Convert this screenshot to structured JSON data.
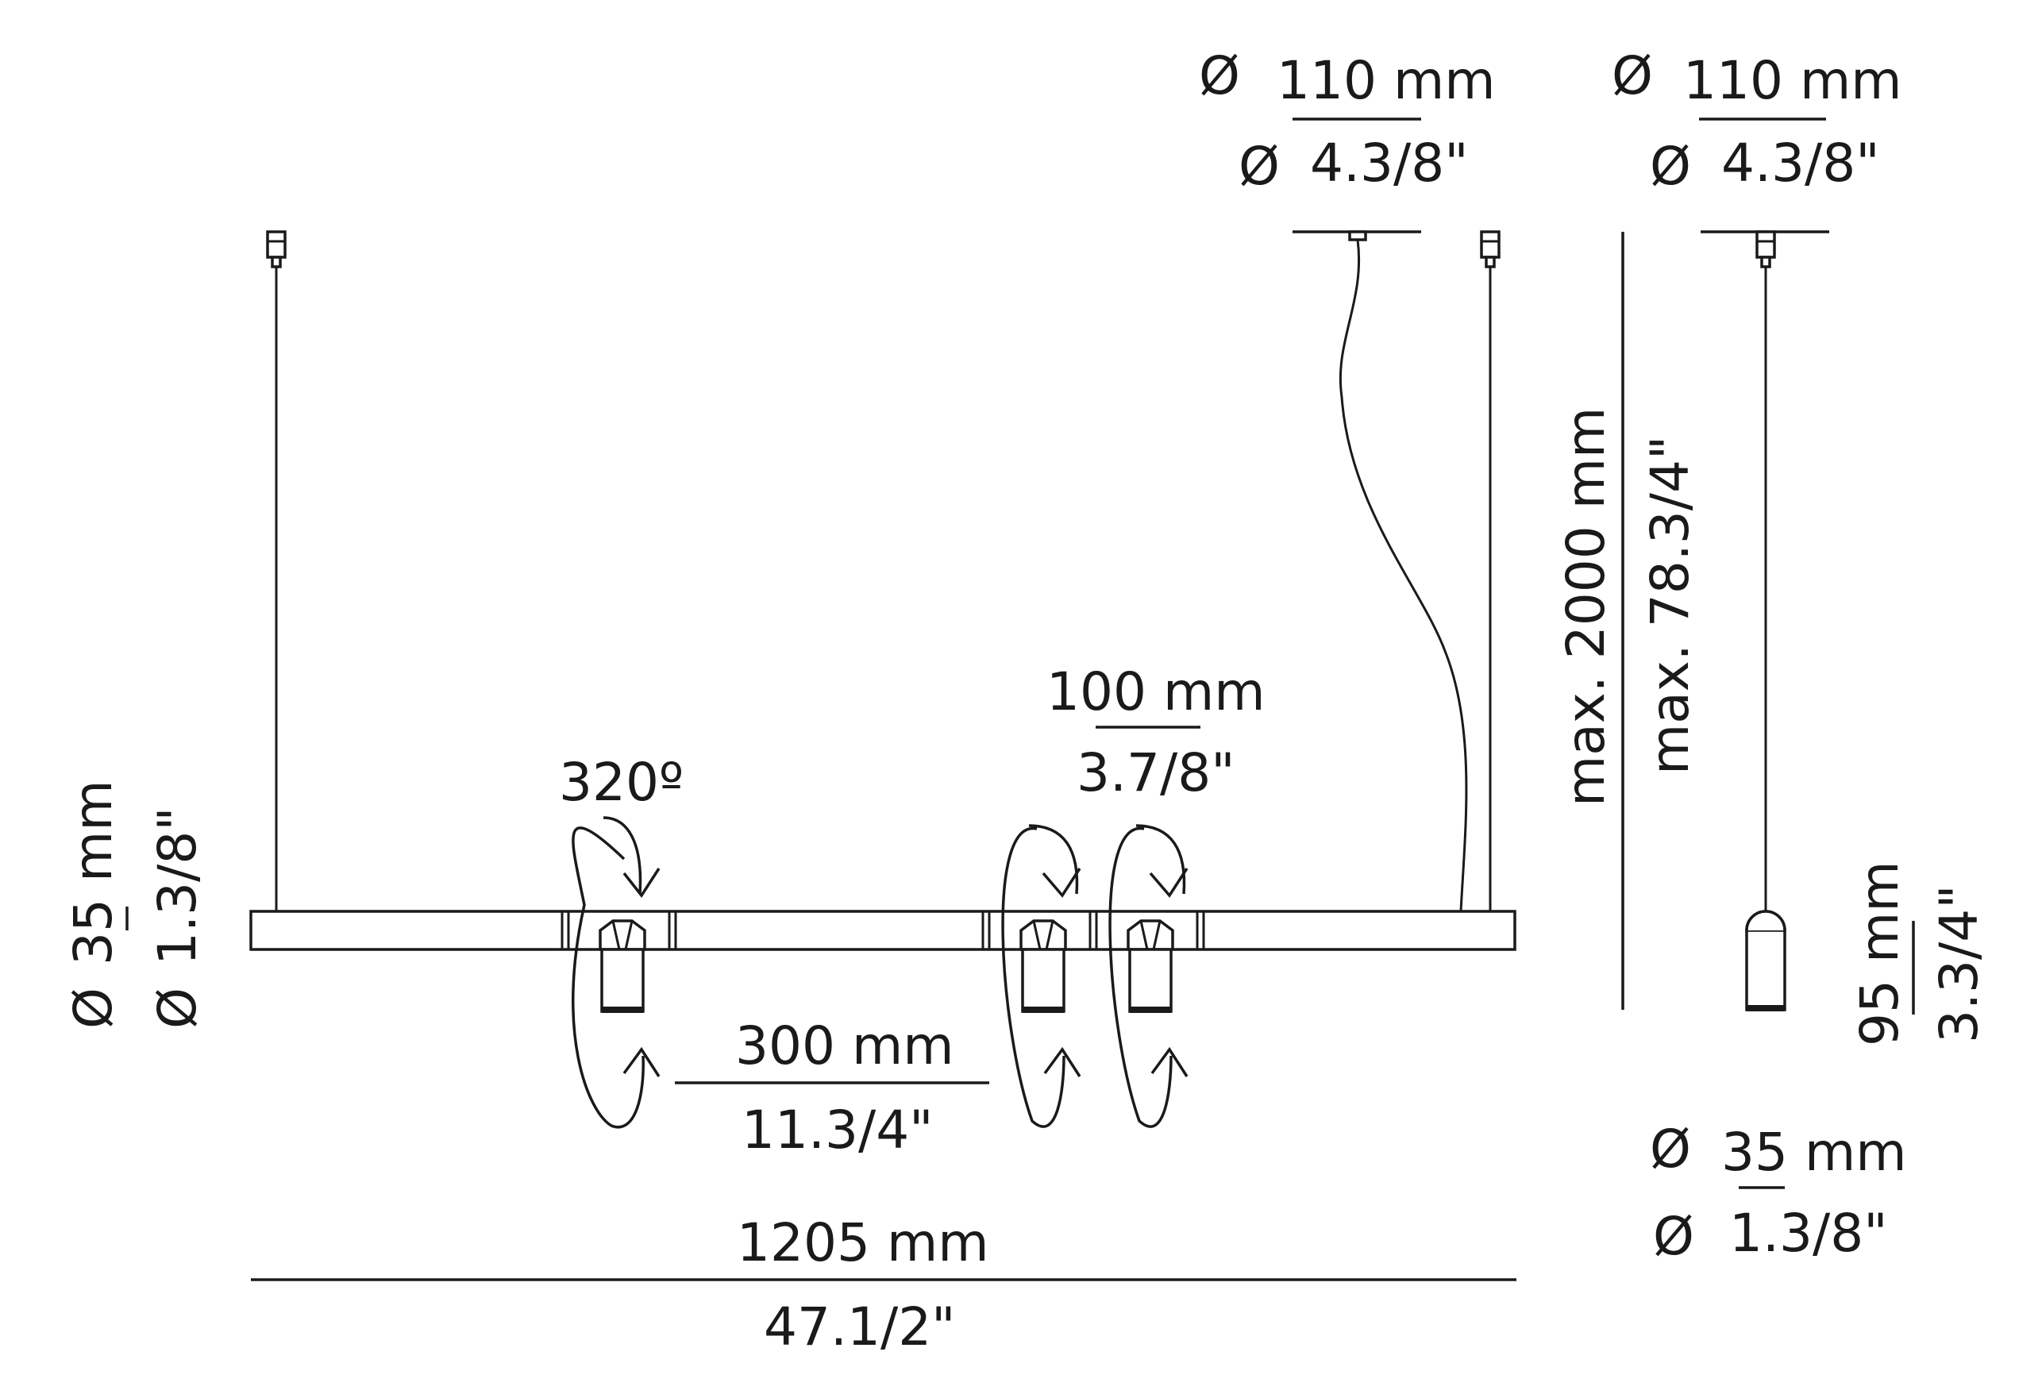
{
  "canopy": {
    "diameter_mm": "110 mm",
    "diameter_in": "4.3/8\""
  },
  "canopy_side": {
    "diameter_mm": "110 mm",
    "diameter_in": "4.3/8\""
  },
  "bar": {
    "diameter_mm": "35 mm",
    "diameter_in": "1.3/8\""
  },
  "rotation": {
    "angle": "320º"
  },
  "spot_spacing": {
    "length_mm": "100 mm",
    "length_in": "3.7/8\""
  },
  "spot_distance": {
    "length_mm": "300 mm",
    "length_in": "11.3/4\""
  },
  "total_length": {
    "length_mm": "1205 mm",
    "length_in": "47.1/2\""
  },
  "max_height": {
    "length_mm": "max. 2000 mm",
    "length_in": "max. 78.3/4\""
  },
  "spot_height": {
    "length_mm": "95 mm",
    "length_in": "3.3/4\""
  },
  "spot_diameter": {
    "diameter_mm": "35 mm",
    "diameter_in": "1.3/8\""
  },
  "diameter_symbol": "Ø"
}
